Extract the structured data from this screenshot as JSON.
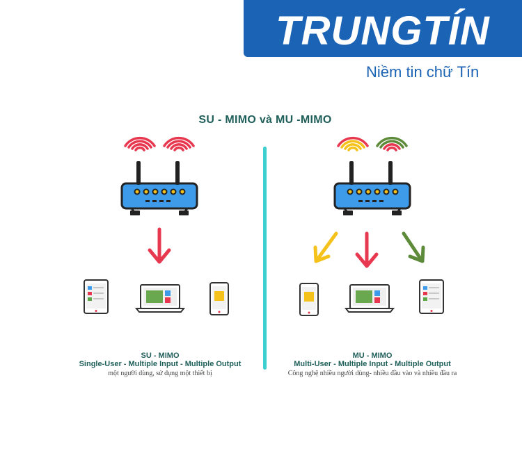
{
  "brand": {
    "name": "TRUNGTÍN",
    "tagline": "Niềm tin chữ  Tín",
    "colors": {
      "brand_blue": "#1b63b5",
      "accent_teal": "#3ccfcf"
    }
  },
  "title": "SU - MIMO và MU -MIMO",
  "panels": [
    {
      "id": "su",
      "label": "SU - MIMO",
      "subtitle": "Single-User - Multiple Input - Multiple Output",
      "description": "một người dùng, sử dụng một thiết bị",
      "signal_colors": [
        "#e8384f",
        "#e8384f"
      ],
      "arrows": [
        {
          "direction": "down",
          "color": "#e8384f"
        }
      ],
      "devices": [
        "tablet-icon",
        "laptop-icon",
        "phone-icon"
      ]
    },
    {
      "id": "mu",
      "label": "MU - MIMO",
      "subtitle": "Multi-User - Multiple Input - Multiple Output",
      "description": "Công nghệ nhiều người dùng- nhiều đầu vào và nhiều đầu ra",
      "signal_colors": [
        "#f4c21b",
        "#e8384f",
        "#5e8b3a"
      ],
      "arrows": [
        {
          "direction": "down-left",
          "color": "#f4c21b"
        },
        {
          "direction": "down",
          "color": "#e8384f"
        },
        {
          "direction": "down-right",
          "color": "#5e8b3a"
        }
      ],
      "devices": [
        "phone-icon",
        "laptop-icon",
        "tablet-icon"
      ]
    }
  ]
}
